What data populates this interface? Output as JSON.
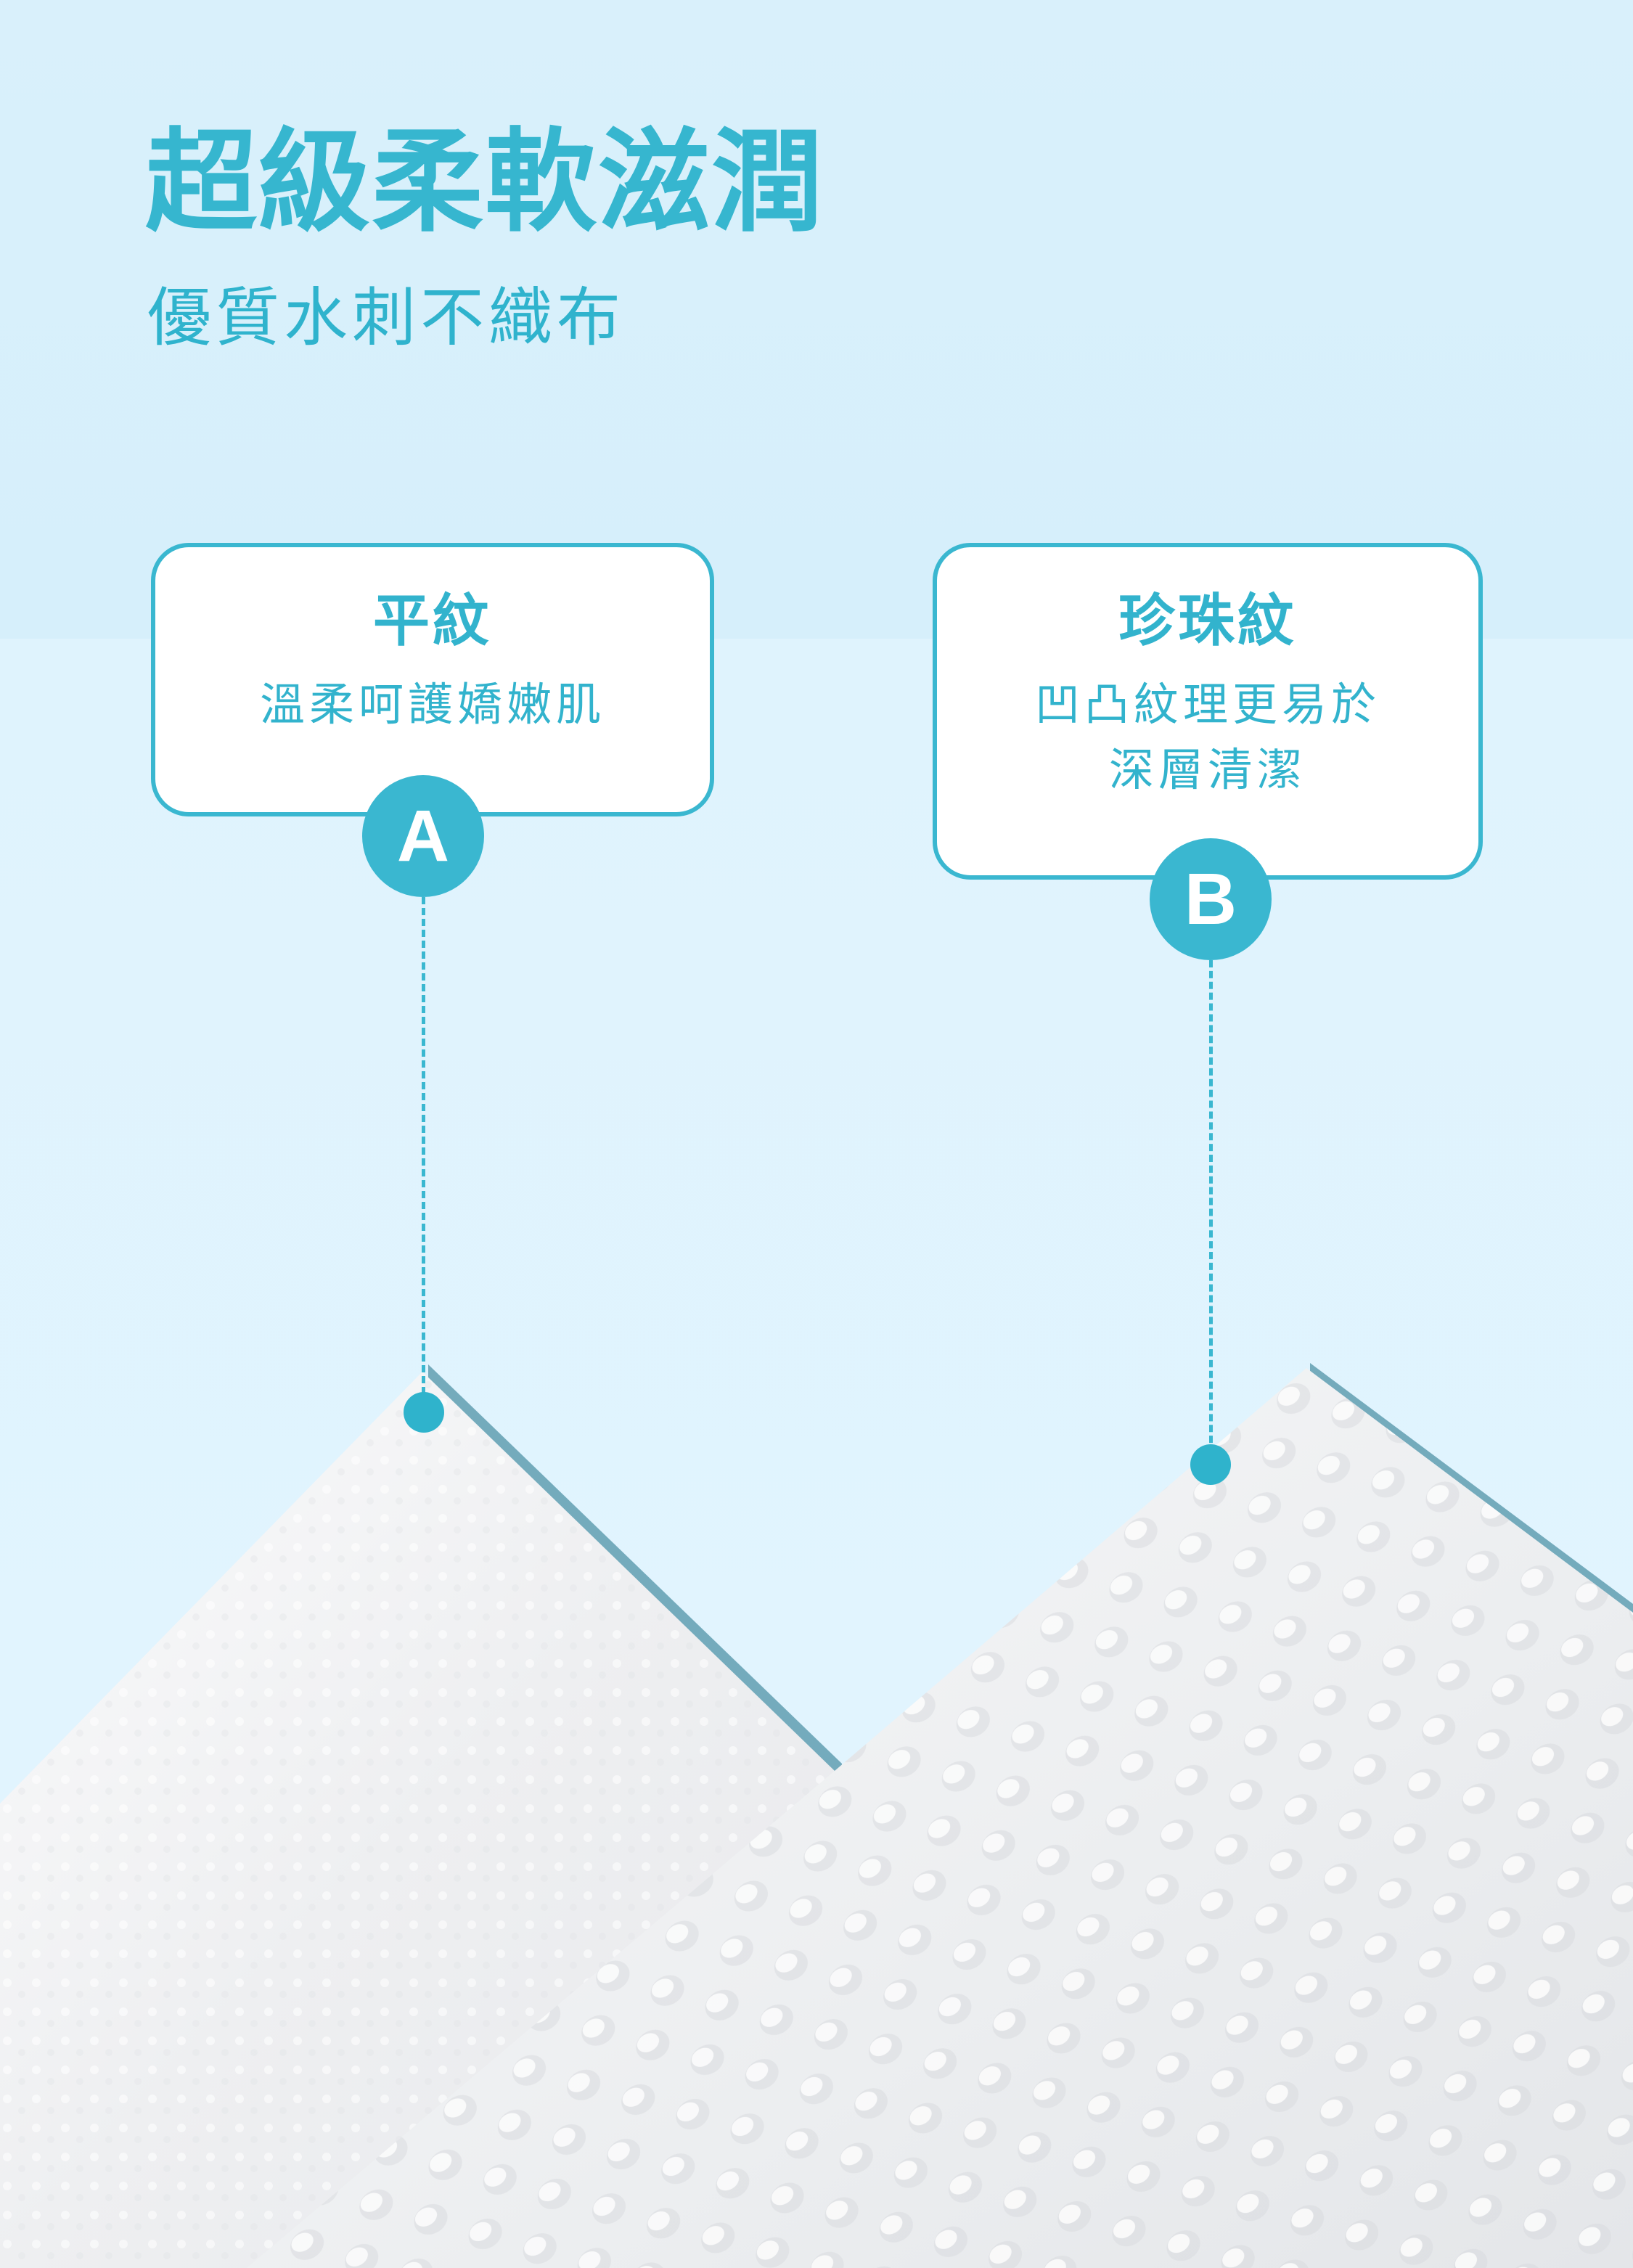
{
  "heading": {
    "title": "超級柔軟滋潤",
    "subtitle": "優質水刺不織布"
  },
  "cards": {
    "a": {
      "title": "平紋",
      "description_line1": "溫柔呵護嬌嫩肌",
      "badge": "A"
    },
    "b": {
      "title": "珍珠紋",
      "description_line1": "凹凸紋理更易於",
      "description_line2": "深層清潔",
      "badge": "B"
    }
  },
  "colors": {
    "accent": "#3ab7d0",
    "background": "#dcf1fc",
    "fabric": "#f4f5f7"
  }
}
